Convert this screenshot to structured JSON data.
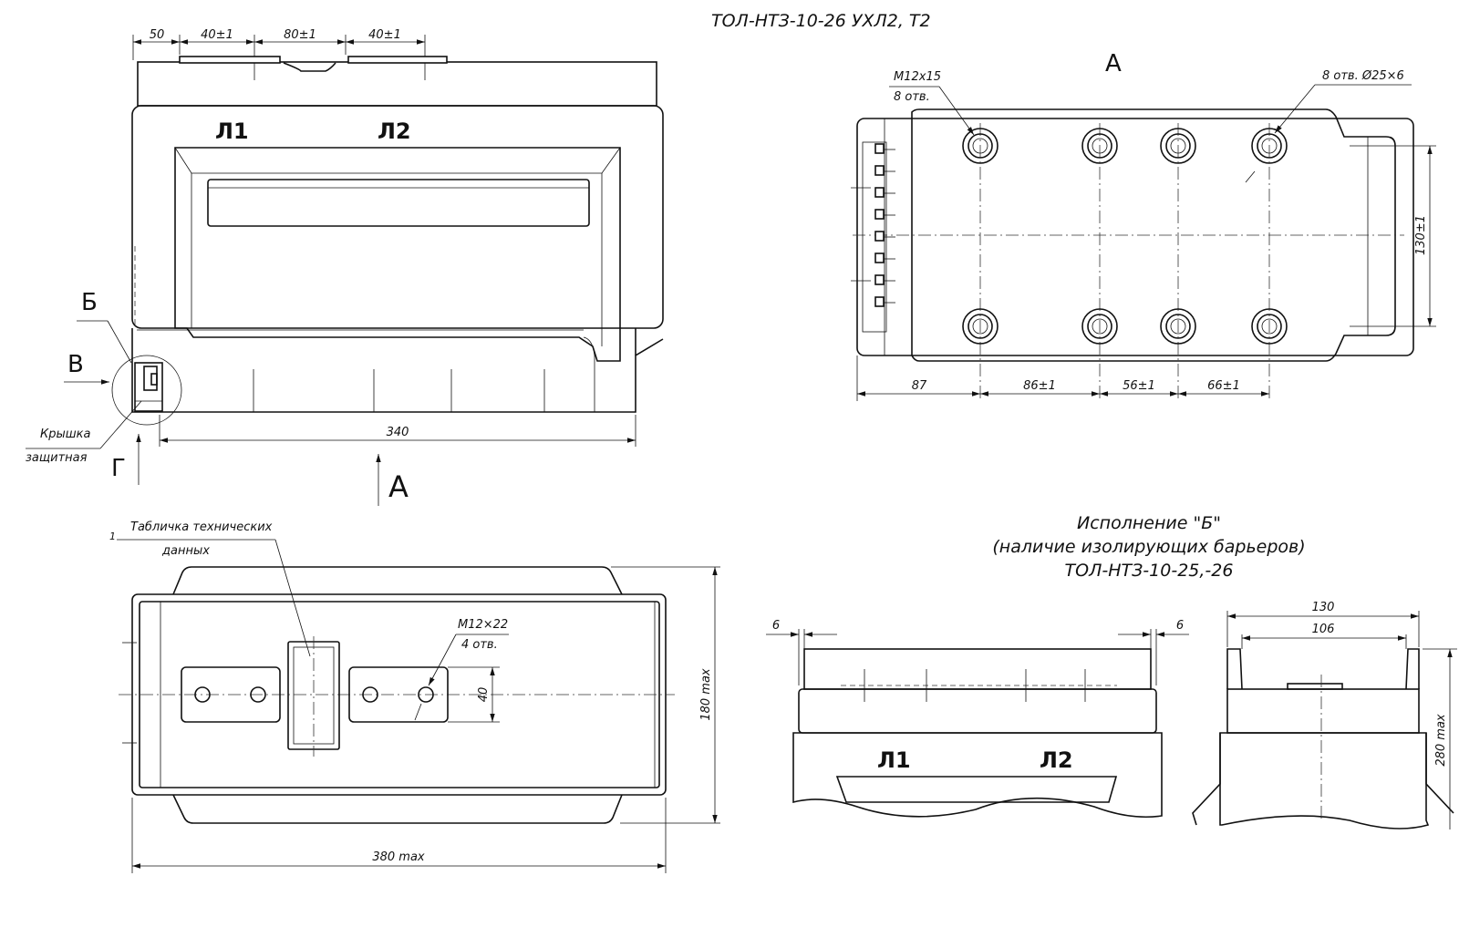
{
  "title": "ТОЛ-НТЗ-10-26 УХЛ2, Т2",
  "front_view": {
    "dims_top": [
      "50",
      "40±1",
      "80±1",
      "40±1"
    ],
    "terminal_l1": "Л1",
    "terminal_l2": "Л2",
    "dim_width": "340",
    "view_b": "Б",
    "view_v": "В",
    "view_g": "Г",
    "view_a": "А",
    "cover_label_1": "Крышка",
    "cover_label_2": "защитная"
  },
  "top_view": {
    "title": "А",
    "hole_note_1": "М12х15",
    "hole_note_2": "8 отв.",
    "hole_note_right": "8 отв. Ø25×6",
    "dim_height": "130±1",
    "dims_bottom": [
      "87",
      "86±1",
      "56±1",
      "66±1"
    ]
  },
  "bottom_view": {
    "plate_callout_num": "1",
    "plate_label_1": "Табличка технических",
    "plate_label_2": "данных",
    "bolt_note_1": "М12×22",
    "bolt_note_2": "4 отв.",
    "dim_40": "40",
    "dim_height": "180 max",
    "dim_width": "380 max"
  },
  "variant": {
    "title_1": "Исполнение \"Б\"",
    "title_2": "(наличие изолирующих барьеров)",
    "title_3": "ТОЛ-НТЗ-10-25,-26",
    "dim_left_6": "6",
    "dim_right_6": "6",
    "terminal_l1": "Л1",
    "terminal_l2": "Л2",
    "dim_130": "130",
    "dim_106": "106",
    "dim_280": "280 max"
  }
}
